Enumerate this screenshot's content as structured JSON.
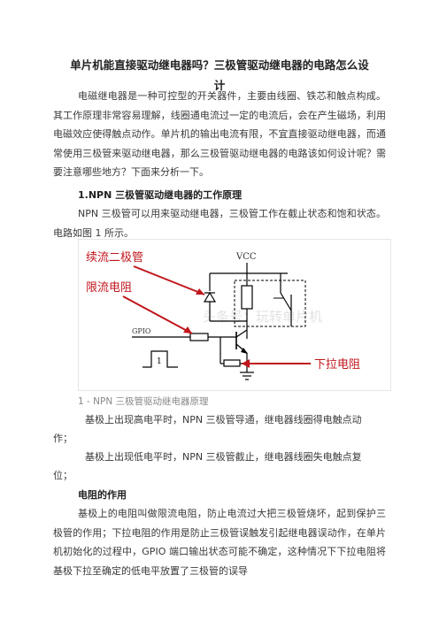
{
  "article": {
    "title_line1": "单片机能直接驱动继电器吗？三极管驱动继电器的电路怎么设",
    "title_line2": "计",
    "intro": "电磁继电器是一种可控型的开关器件，主要由线圈、铁芯和触点构成。其工作原理非常容易理解，线圈通电流过一定的电流后，会在产生磁场，利用电磁效应使得触点动作。单片机的输出电流有限，不宜直接驱动继电器，而通常使用三极管来驱动继电器，那么三极管驱动继电器的电路该如何设计呢？需要注意哪些地方？下面来分析一下。",
    "section1_heading": "1.NPN 三极管驱动继电器的工作原理",
    "section1_text": "NPN 三极管可以用来驱动继电器，三极管工作在截止状态和饱和状态。电路如图 1 所示。",
    "caption": "1 - NPN 三极管驱动继电器原理",
    "high_level_text1": "基极上出现高电平时，NPN 三极管导通，继电器线圈得电触点动",
    "high_level_text2": "作；",
    "low_level_text1": "基极上出现低电平时，NPN 三极管截止，继电器线圈失电触点复",
    "low_level_text2": "位；",
    "resistor_heading": "电阻的作用",
    "resistor_text": "基极上的电阻叫做限流电阻，防止电流过大把三极管烧坏，起到保护三极管的作用；下拉电阻的作用是防止三极管误触发引起继电器误动作，在单片机初始化的过程中，GPIO 端口输出状态可能不确定，这种情况下下拉电阻将基极下拉至确定的低电平放置了三极管的误导"
  },
  "figure": {
    "label_freewheel_diode": "续流二极管",
    "label_current_limit_resistor": "限流电阻",
    "label_pulldown_resistor": "下拉电阻",
    "label_vcc": "VCC",
    "label_gpio": "GPIO",
    "label_pulse": "1",
    "watermark": "头条号：玩转单片机",
    "annotation_color": "#c0161c"
  }
}
